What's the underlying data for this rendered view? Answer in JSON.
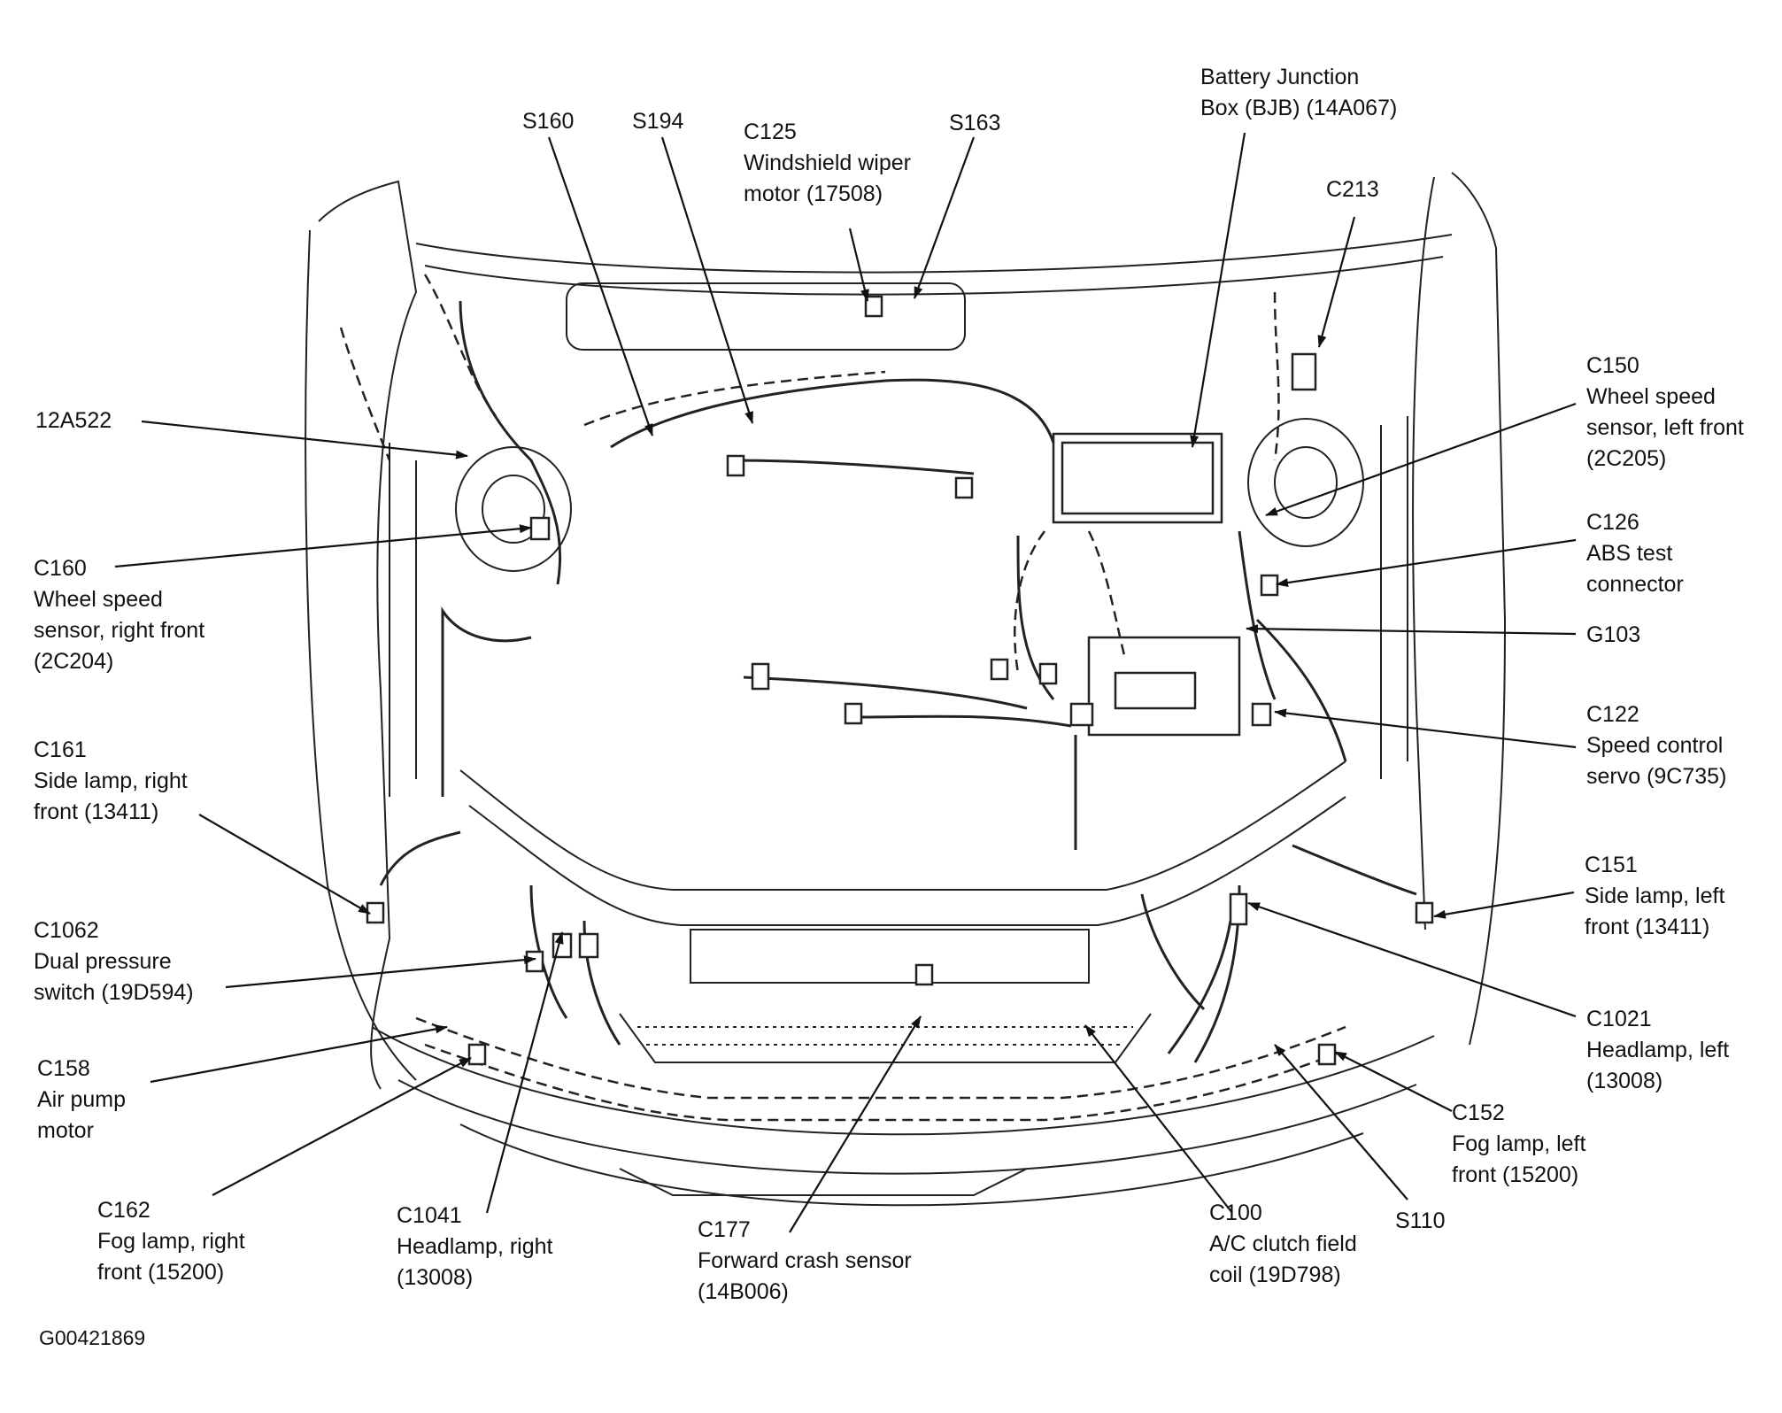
{
  "figure_id": "G00421869",
  "callouts": [
    {
      "id": "bjb",
      "lines": [
        "Battery Junction",
        "Box (BJB) (14A067)"
      ]
    },
    {
      "id": "s160",
      "lines": [
        "S160"
      ]
    },
    {
      "id": "s194",
      "lines": [
        "S194"
      ]
    },
    {
      "id": "c125",
      "lines": [
        "C125",
        "Windshield wiper",
        "motor (17508)"
      ]
    },
    {
      "id": "s163",
      "lines": [
        "S163"
      ]
    },
    {
      "id": "c213",
      "lines": [
        "C213"
      ]
    },
    {
      "id": "c150",
      "lines": [
        "C150",
        "Wheel speed",
        "sensor, left front",
        "(2C205)"
      ]
    },
    {
      "id": "c126",
      "lines": [
        "C126",
        "ABS test",
        "connector"
      ]
    },
    {
      "id": "g103",
      "lines": [
        "G103"
      ]
    },
    {
      "id": "c122",
      "lines": [
        "C122",
        "Speed control",
        "servo (9C735)"
      ]
    },
    {
      "id": "c151",
      "lines": [
        "C151",
        "Side lamp, left",
        "front (13411)"
      ]
    },
    {
      "id": "c1021",
      "lines": [
        "C1021",
        "Headlamp, left",
        "(13008)"
      ]
    },
    {
      "id": "c152",
      "lines": [
        "C152",
        "Fog lamp, left",
        "front (15200)"
      ]
    },
    {
      "id": "s110",
      "lines": [
        "S110"
      ]
    },
    {
      "id": "c100",
      "lines": [
        "C100",
        "A/C clutch field",
        "coil (19D798)"
      ]
    },
    {
      "id": "c177",
      "lines": [
        "C177",
        "Forward crash sensor",
        "(14B006)"
      ]
    },
    {
      "id": "c1041",
      "lines": [
        "C1041",
        "Headlamp, right",
        "(13008)"
      ]
    },
    {
      "id": "c162",
      "lines": [
        "C162",
        "Fog lamp, right",
        "front (15200)"
      ]
    },
    {
      "id": "c158",
      "lines": [
        "C158",
        "Air pump",
        "motor"
      ]
    },
    {
      "id": "c1062",
      "lines": [
        "C1062",
        "Dual pressure",
        "switch (19D594)"
      ]
    },
    {
      "id": "c161",
      "lines": [
        "C161",
        "Side lamp, right",
        "front (13411)"
      ]
    },
    {
      "id": "c160",
      "lines": [
        "C160",
        "Wheel speed",
        "sensor, right front",
        "(2C204)"
      ]
    },
    {
      "id": "12a522",
      "lines": [
        "12A522"
      ]
    }
  ]
}
